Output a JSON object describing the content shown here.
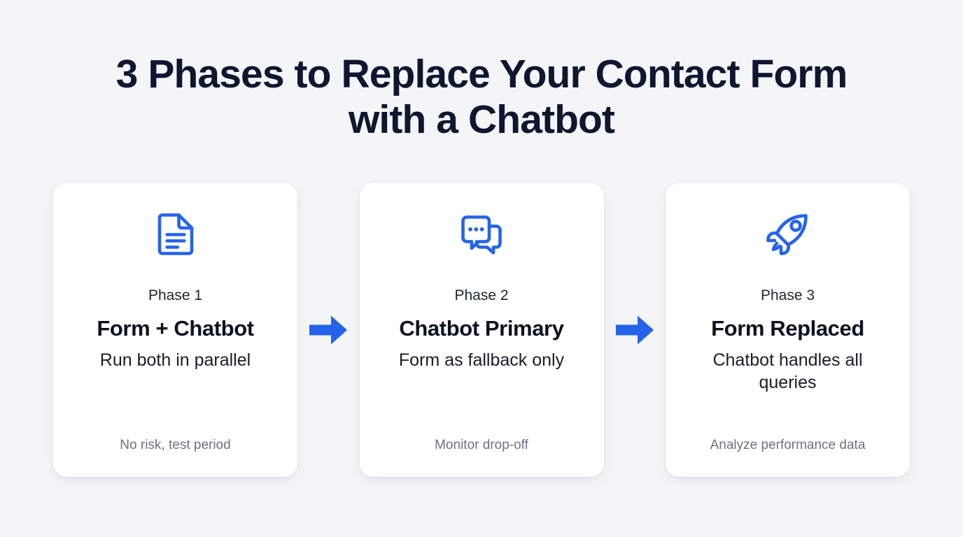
{
  "page": {
    "background_color": "#f3f5f7",
    "accent_color": "#2563eb",
    "title_color": "#0e1630",
    "note_color": "#6b7280"
  },
  "header": {
    "title": "3 Phases to Replace Your Contact Form\nwith a Chatbot"
  },
  "arrows": {
    "first": "arrow-right-icon",
    "second": "arrow-right-icon"
  },
  "phases": [
    {
      "icon": "document-icon",
      "label": "Phase 1",
      "title": "Form + Chatbot",
      "description": "Run both in parallel",
      "note": "No risk, test period"
    },
    {
      "icon": "chat-bubbles-icon",
      "label": "Phase 2",
      "title": "Chatbot Primary",
      "description": "Form as fallback only",
      "note": "Monitor drop-off"
    },
    {
      "icon": "rocket-icon",
      "label": "Phase 3",
      "title": "Form Replaced",
      "description": "Chatbot handles all queries",
      "note": "Analyze performance data"
    }
  ]
}
